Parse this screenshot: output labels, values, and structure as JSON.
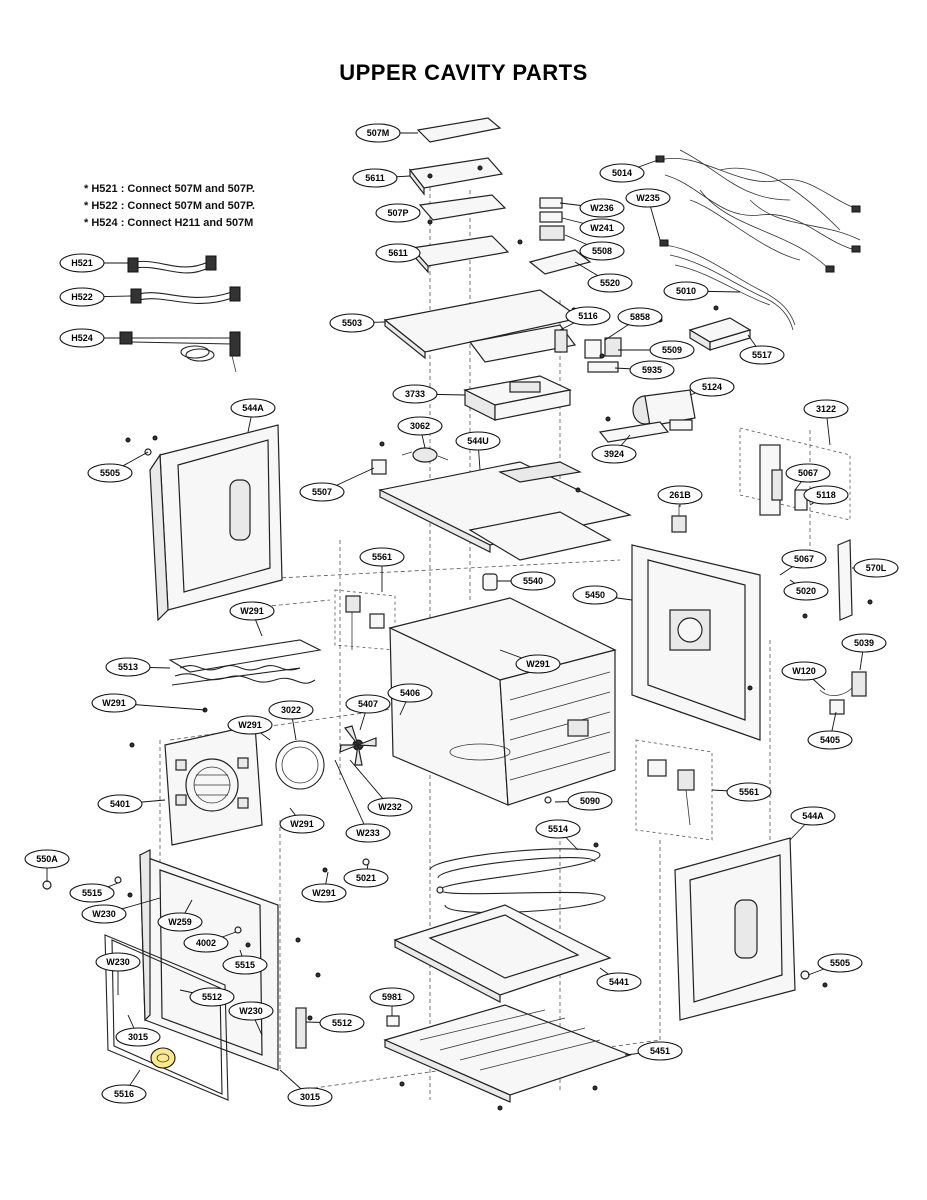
{
  "title": "UPPER CAVITY PARTS",
  "notes": [
    "* H521 : Connect 507M and 507P.",
    "* H522 : Connect 507M and 507P.",
    "* H524 : Connect H211 and 507M"
  ],
  "callouts": [
    {
      "id": "c507M",
      "label": "507M",
      "tx": 0.72,
      "ty": 0.55
    },
    {
      "id": "c5611a",
      "label": "5611"
    },
    {
      "id": "c507P",
      "label": "507P"
    },
    {
      "id": "c5611b",
      "label": "5611"
    },
    {
      "id": "c5014",
      "label": "5014"
    },
    {
      "id": "cW235",
      "label": "W235"
    },
    {
      "id": "cW236",
      "label": "W236"
    },
    {
      "id": "cW241",
      "label": "W241"
    },
    {
      "id": "c5508",
      "label": "5508"
    },
    {
      "id": "c5520",
      "label": "5520"
    },
    {
      "id": "c5010",
      "label": "5010"
    },
    {
      "id": "cH521",
      "label": "H521"
    },
    {
      "id": "cH522",
      "label": "H522"
    },
    {
      "id": "cH524",
      "label": "H524"
    },
    {
      "id": "c5503",
      "label": "5503"
    },
    {
      "id": "c5116",
      "label": "5116"
    },
    {
      "id": "c5858",
      "label": "5858"
    },
    {
      "id": "c5509",
      "label": "5509"
    },
    {
      "id": "c5517",
      "label": "5517"
    },
    {
      "id": "c5935",
      "label": "5935"
    },
    {
      "id": "c3733",
      "label": "3733"
    },
    {
      "id": "c5124",
      "label": "5124"
    },
    {
      "id": "c544Aa",
      "label": "544A"
    },
    {
      "id": "c3062",
      "label": "3062"
    },
    {
      "id": "c544U",
      "label": "544U"
    },
    {
      "id": "c3924",
      "label": "3924"
    },
    {
      "id": "c3122",
      "label": "3122"
    },
    {
      "id": "c5505a",
      "label": "5505"
    },
    {
      "id": "c5507",
      "label": "5507"
    },
    {
      "id": "c261B",
      "label": "261B"
    },
    {
      "id": "c5067a",
      "label": "5067"
    },
    {
      "id": "c5118",
      "label": "5118"
    },
    {
      "id": "c5561a",
      "label": "5561"
    },
    {
      "id": "c5540",
      "label": "5540"
    },
    {
      "id": "c5067b",
      "label": "5067"
    },
    {
      "id": "c5450",
      "label": "5450"
    },
    {
      "id": "c570L",
      "label": "570L"
    },
    {
      "id": "c5020",
      "label": "5020"
    },
    {
      "id": "cW291a",
      "label": "W291"
    },
    {
      "id": "c5513",
      "label": "5513"
    },
    {
      "id": "cW291b",
      "label": "W291"
    },
    {
      "id": "c5039",
      "label": "5039"
    },
    {
      "id": "cW120",
      "label": "W120"
    },
    {
      "id": "c5406",
      "label": "5406"
    },
    {
      "id": "cW291c",
      "label": "W291"
    },
    {
      "id": "cW291d",
      "label": "W291"
    },
    {
      "id": "c3022",
      "label": "3022"
    },
    {
      "id": "c5407",
      "label": "5407"
    },
    {
      "id": "c5405",
      "label": "5405"
    },
    {
      "id": "c5401",
      "label": "5401"
    },
    {
      "id": "cW232",
      "label": "W232"
    },
    {
      "id": "cW291e",
      "label": "W291"
    },
    {
      "id": "cW233",
      "label": "W233"
    },
    {
      "id": "c5090",
      "label": "5090"
    },
    {
      "id": "c5561b",
      "label": "5561"
    },
    {
      "id": "c5514",
      "label": "5514"
    },
    {
      "id": "c544Ab",
      "label": "544A"
    },
    {
      "id": "c550A",
      "label": "550A"
    },
    {
      "id": "c5515a",
      "label": "5515"
    },
    {
      "id": "cW230a",
      "label": "W230"
    },
    {
      "id": "cW259",
      "label": "W259"
    },
    {
      "id": "cW291f",
      "label": "W291"
    },
    {
      "id": "c5021",
      "label": "5021"
    },
    {
      "id": "c4002",
      "label": "4002"
    },
    {
      "id": "cW230b",
      "label": "W230"
    },
    {
      "id": "c5515b",
      "label": "5515"
    },
    {
      "id": "c5441",
      "label": "5441"
    },
    {
      "id": "c5505b",
      "label": "5505"
    },
    {
      "id": "c5512a",
      "label": "5512"
    },
    {
      "id": "c5981",
      "label": "5981"
    },
    {
      "id": "cW230c",
      "label": "W230"
    },
    {
      "id": "c5512b",
      "label": "5512"
    },
    {
      "id": "c3015a",
      "label": "3015"
    },
    {
      "id": "c5451",
      "label": "5451"
    },
    {
      "id": "c5516",
      "label": "5516"
    },
    {
      "id": "c3015b",
      "label": "3015"
    }
  ]
}
